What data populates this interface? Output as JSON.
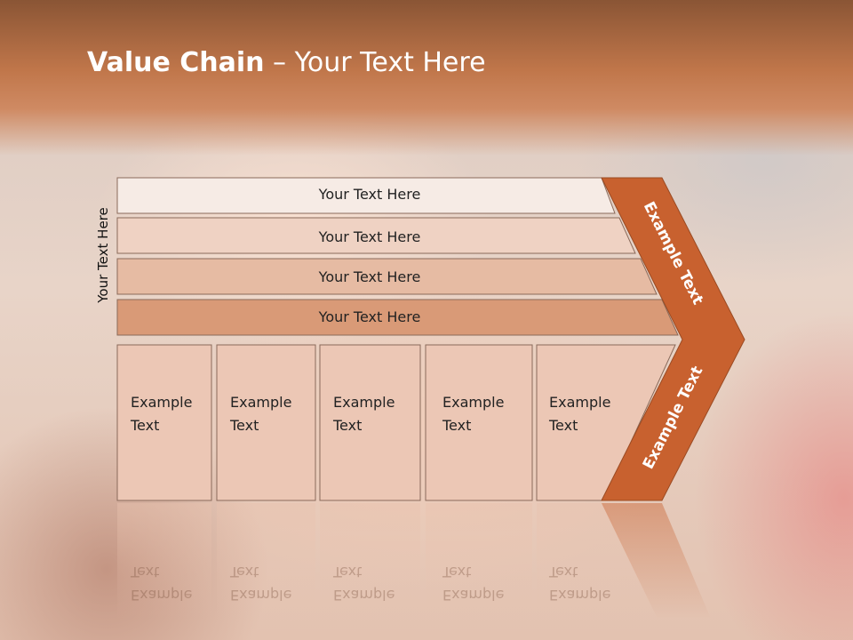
{
  "slide": {
    "title_bold": "Value Chain",
    "title_rest": " – Your Text Here",
    "vertical_label": "Your Text Here"
  },
  "bars": [
    {
      "label": "Your Text Here"
    },
    {
      "label": "Your Text Here"
    },
    {
      "label": "Your Text Here"
    },
    {
      "label": "Your Text Here"
    }
  ],
  "columns": [
    {
      "line1": "Example",
      "line2": "Text"
    },
    {
      "line1": "Example",
      "line2": "Text"
    },
    {
      "line1": "Example",
      "line2": "Text"
    },
    {
      "line1": "Example",
      "line2": "Text"
    },
    {
      "line1": "Example",
      "line2": "Text"
    }
  ],
  "arrow": {
    "upper_label": "Example Text",
    "lower_label": "Example Text"
  },
  "colors": {
    "accent": "#c8612f",
    "bar1": "#f6ebe5",
    "bar2": "#efd2c3",
    "bar3": "#e6bba3",
    "bar4": "#d99a77",
    "column": "#ecc7b5"
  }
}
